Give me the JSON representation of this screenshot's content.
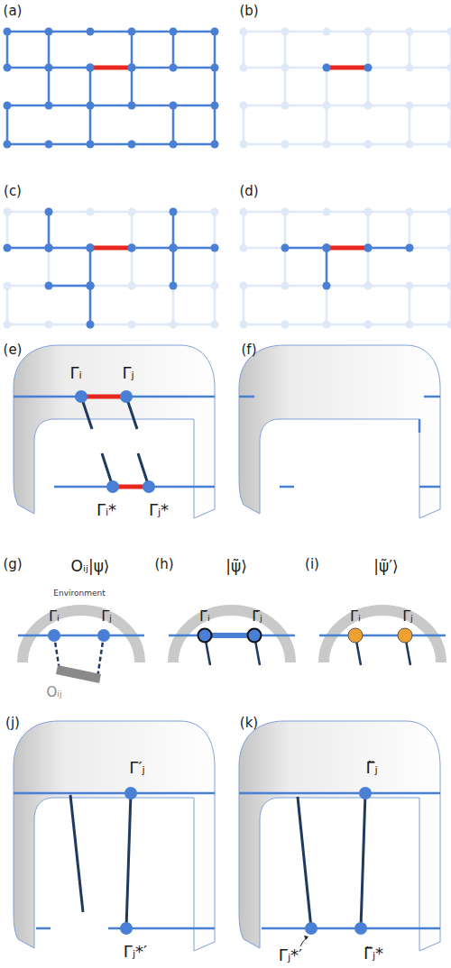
{
  "diagram": {
    "labels": [
      "(a)",
      "(b)",
      "(c)",
      "(d)",
      "(e)",
      "Γᵢ",
      "Γⱼ",
      "Γᵢ*",
      "Γⱼ*",
      "(f)",
      "(g)",
      "Oᵢⱼ|ψ⟩",
      "(h)",
      "|ψ̃⟩",
      "(i)",
      "|ψ̃′⟩",
      "Environment",
      "Γᵢ",
      "Γⱼ",
      "Oᵢⱼ",
      "Γ̃ᵢ",
      "Γ̃ⱼ",
      "Γᵢ",
      "Γⱼ",
      "(j)",
      "Γ′ⱼ",
      "Γⱼ*′",
      "(k)",
      "Γ̃ⱼ",
      "Γⱼ*′",
      "Γ̃ⱼ*"
    ]
  }
}
